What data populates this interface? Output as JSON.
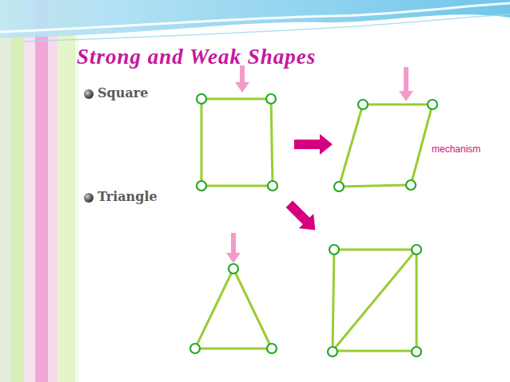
{
  "diagram": {
    "title": "Strong and Weak Shapes",
    "labels": [
      "Square",
      "Triangle",
      "mechanism"
    ]
  }
}
